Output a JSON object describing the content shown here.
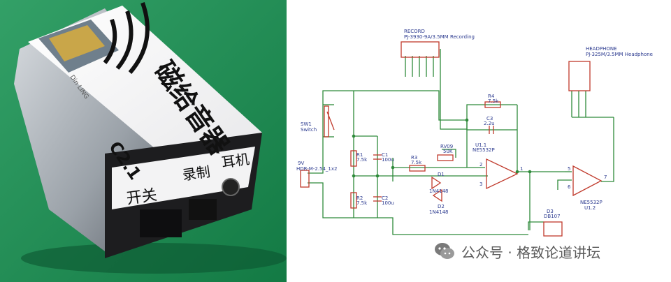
{
  "photo": {
    "device_title": "磁给音器",
    "version_label": "C2.1",
    "button_labels": [
      "开关",
      "录制",
      "耳机"
    ],
    "small_logo_text": "Din LING"
  },
  "schematic": {
    "record_jack": {
      "name": "RECORD",
      "part": "PJ-3930-9A/3.5MM Recording"
    },
    "headphone_jack": {
      "name": "HEADPHONE",
      "part": "PJ-325M/3.5MM Headphone"
    },
    "r4": {
      "name": "R4",
      "value": "7.5k"
    },
    "c3": {
      "name": "C3",
      "value": "2.2u"
    },
    "sw1": {
      "name": "SW1",
      "value": "Switch"
    },
    "connector": {
      "name": "9V",
      "value": "HDR-M-2.54_1x2"
    },
    "r1": {
      "name": "R1",
      "value": "7.5k"
    },
    "c1": {
      "name": "C1",
      "value": "100u"
    },
    "r2": {
      "name": "R2",
      "value": "7.5k"
    },
    "c2": {
      "name": "C2",
      "value": "100u"
    },
    "r3": {
      "name": "R3",
      "value": "7.5k"
    },
    "rv": {
      "name": "RV09",
      "value": "50K"
    },
    "u1_1": {
      "name": "U1.1",
      "value": "NE5532P"
    },
    "u1_2": {
      "name": "U1.2",
      "value": "NE5532P"
    },
    "d1": {
      "name": "D1",
      "value": "1N4148"
    },
    "d2": {
      "name": "D2",
      "value": "1N4148"
    },
    "d3": {
      "name": "D3",
      "value": "DB107"
    },
    "pin1": "1",
    "pin2": "2",
    "pin3": "3",
    "pin5": "5",
    "pin6": "6",
    "pin7": "7"
  },
  "watermark": {
    "text": "公众号 · 格致论道讲坛"
  },
  "colors": {
    "background_photo": "#1f8f55",
    "wire": "#2e8a3a",
    "part": "#c0392b",
    "label": "#2b3a8f"
  }
}
